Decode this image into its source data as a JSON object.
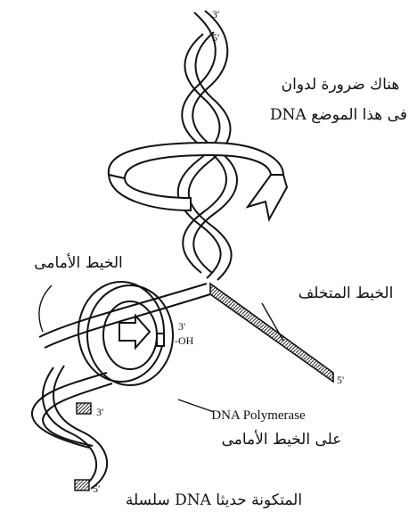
{
  "labels": {
    "unwind_line1": "هناك ضرورة لدوان",
    "unwind_line2": "DNA فى هذا الموضع",
    "leading_strand": "الخيط الأمامى",
    "lagging_strand": "الخيط المتخلف",
    "polymerase": "DNA Polymerase",
    "polymerase_sub": "على الخيط الأمامى",
    "new_chain": "سلسلة DNA المتكونة حديثا",
    "oh": "-OH"
  },
  "ends": {
    "top_3": "3'",
    "top_5": "5'",
    "mid_3": "3'",
    "lag_5": "5'",
    "bottom_3": "3'",
    "bottom_5": "5'"
  }
}
